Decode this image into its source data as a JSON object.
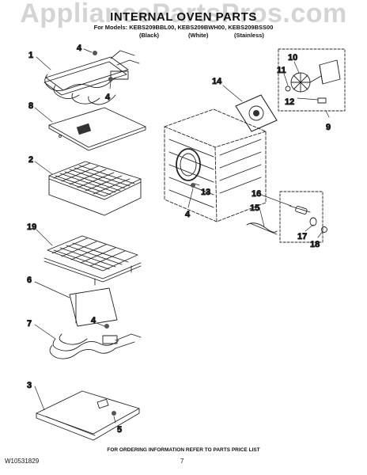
{
  "watermark": "AppliancePartsPros.com",
  "header": {
    "title": "INTERNAL OVEN PARTS",
    "models": "For Models: KEBS209BBL00, KEBS209BWH00, KEBS209BSS00",
    "variants": [
      "(Black)",
      "(White)",
      "(Stainless)"
    ]
  },
  "callouts": [
    "1",
    "2",
    "3",
    "4",
    "4",
    "4",
    "4",
    "5",
    "6",
    "7",
    "8",
    "9",
    "10",
    "11",
    "12",
    "13",
    "14",
    "15",
    "16",
    "17",
    "18",
    "19"
  ],
  "footer": {
    "note": "FOR ORDERING INFORMATION REFER TO PARTS PRICE LIST",
    "doc_number": "W10531829",
    "page_number": "7"
  }
}
